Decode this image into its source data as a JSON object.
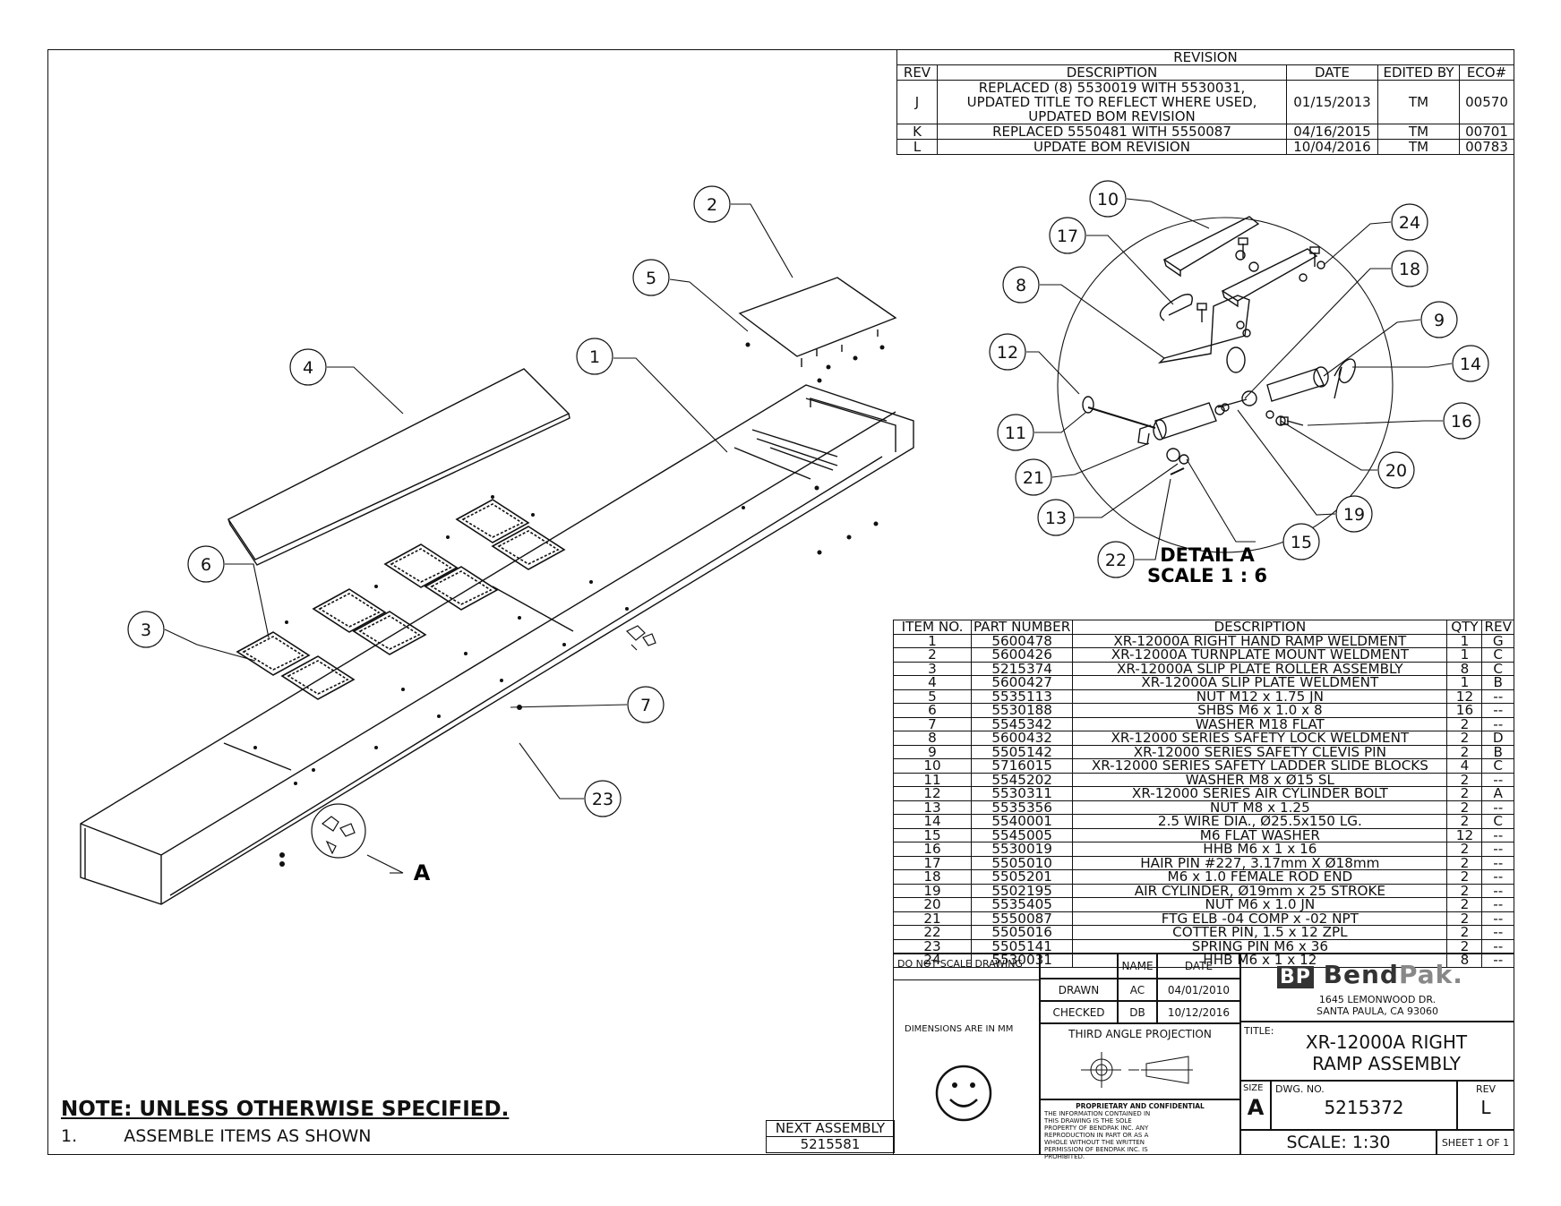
{
  "revision": {
    "title": "REVISION",
    "headers": [
      "REV",
      "DESCRIPTION",
      "DATE",
      "EDITED BY",
      "ECO#"
    ],
    "rows": [
      {
        "rev": "J",
        "description": [
          "REPLACED (8) 5530019 WITH 5530031,",
          "UPDATED TITLE TO REFLECT WHERE USED,",
          "UPDATED BOM REVISION"
        ],
        "date": "01/15/2013",
        "edited_by": "TM",
        "eco": "00570"
      },
      {
        "rev": "K",
        "description": [
          "REPLACED 5550481 WITH 5550087"
        ],
        "date": "04/16/2015",
        "edited_by": "TM",
        "eco": "00701"
      },
      {
        "rev": "L",
        "description": [
          "UPDATE BOM REVISION"
        ],
        "date": "10/04/2016",
        "edited_by": "TM",
        "eco": "00783"
      }
    ]
  },
  "detail": {
    "title": "DETAIL A",
    "scale": "SCALE 1 : 6",
    "callout_letter": "A"
  },
  "balloons_main": [
    "1",
    "2",
    "3",
    "4",
    "5",
    "6",
    "7",
    "23"
  ],
  "balloons_detail": [
    "8",
    "9",
    "10",
    "11",
    "12",
    "13",
    "14",
    "15",
    "16",
    "17",
    "18",
    "19",
    "20",
    "21",
    "22",
    "24"
  ],
  "bom": {
    "headers": [
      "ITEM NO.",
      "PART NUMBER",
      "DESCRIPTION",
      "QTY",
      "REV"
    ],
    "rows": [
      [
        "1",
        "5600478",
        "XR-12000A RIGHT HAND RAMP WELDMENT",
        "1",
        "G"
      ],
      [
        "2",
        "5600426",
        "XR-12000A TURNPLATE MOUNT WELDMENT",
        "1",
        "C"
      ],
      [
        "3",
        "5215374",
        "XR-12000A SLIP PLATE ROLLER ASSEMBLY",
        "8",
        "C"
      ],
      [
        "4",
        "5600427",
        "XR-12000A SLIP PLATE WELDMENT",
        "1",
        "B"
      ],
      [
        "5",
        "5535113",
        "NUT M12 x 1.75 JN",
        "12",
        "--"
      ],
      [
        "6",
        "5530188",
        "SHBS M6 x 1.0 x 8",
        "16",
        "--"
      ],
      [
        "7",
        "5545342",
        "WASHER M18 FLAT",
        "2",
        "--"
      ],
      [
        "8",
        "5600432",
        "XR-12000 SERIES SAFETY LOCK WELDMENT",
        "2",
        "D"
      ],
      [
        "9",
        "5505142",
        "XR-12000 SERIES SAFETY CLEVIS PIN",
        "2",
        "B"
      ],
      [
        "10",
        "5716015",
        "XR-12000 SERIES SAFETY LADDER SLIDE BLOCKS",
        "4",
        "C"
      ],
      [
        "11",
        "5545202",
        "WASHER M8 x Ø15 SL",
        "2",
        "--"
      ],
      [
        "12",
        "5530311",
        "XR-12000 SERIES AIR CYLINDER BOLT",
        "2",
        "A"
      ],
      [
        "13",
        "5535356",
        "NUT M8 x 1.25",
        "2",
        "--"
      ],
      [
        "14",
        "5540001",
        "2.5 WIRE DIA., Ø25.5x150 LG.",
        "2",
        "C"
      ],
      [
        "15",
        "5545005",
        "M6 FLAT WASHER",
        "12",
        "--"
      ],
      [
        "16",
        "5530019",
        "HHB M6 x 1 x 16",
        "2",
        "--"
      ],
      [
        "17",
        "5505010",
        "HAIR PIN #227, 3.17mm X Ø18mm",
        "2",
        "--"
      ],
      [
        "18",
        "5505201",
        "M6 x 1.0 FEMALE ROD END",
        "2",
        "--"
      ],
      [
        "19",
        "5502195",
        "AIR CYLINDER, Ø19mm x 25 STROKE",
        "2",
        "--"
      ],
      [
        "20",
        "5535405",
        "NUT M6 x 1.0 JN",
        "2",
        "--"
      ],
      [
        "21",
        "5550087",
        "FTG ELB -04 COMP x -02 NPT",
        "2",
        "--"
      ],
      [
        "22",
        "5505016",
        "COTTER PIN, 1.5 x 12 ZPL",
        "2",
        "--"
      ],
      [
        "23",
        "5505141",
        "SPRING PIN M6 x 36",
        "2",
        "--"
      ],
      [
        "24",
        "5530031",
        "HHB M6 x 1 x 12",
        "8",
        "--"
      ]
    ]
  },
  "title_block": {
    "do_not_scale": "DO NOT SCALE DRAWING",
    "dimensions_note": "DIMENSIONS ARE IN MM",
    "name_header": "NAME",
    "date_header": "DATE",
    "drawn_label": "DRAWN",
    "drawn_name": "AC",
    "drawn_date": "04/01/2010",
    "checked_label": "CHECKED",
    "checked_name": "DB",
    "checked_date": "10/12/2016",
    "projection": "THIRD ANGLE PROJECTION",
    "proprietary_title": "PROPRIETARY AND CONFIDENTIAL",
    "proprietary_text": "THE INFORMATION CONTAINED IN THIS DRAWING IS THE SOLE PROPERTY OF BENDPAK INC. ANY REPRODUCTION IN PART OR AS A WHOLE WITHOUT THE WRITTEN PERMISSION OF BENDPAK INC. IS PROHIBITED.",
    "logo_mark": "BP",
    "logo_text_1": "Bend",
    "logo_text_2": "Pak.",
    "address_1": "1645 LEMONWOOD DR.",
    "address_2": "SANTA PAULA, CA 93060",
    "title_label": "TITLE:",
    "title_1": "XR-12000A RIGHT",
    "title_2": "RAMP ASSEMBLY",
    "size_label": "SIZE",
    "size": "A",
    "dwg_label": "DWG. NO.",
    "dwg_no": "5215372",
    "rev_label": "REV",
    "rev": "L",
    "scale": "SCALE: 1:30",
    "sheet": "SHEET 1 OF 1"
  },
  "note": {
    "title": "NOTE: UNLESS OTHERWISE SPECIFIED",
    "item_number": "1.",
    "item_text": "ASSEMBLE ITEMS AS SHOWN"
  },
  "next_assembly": {
    "label": "NEXT ASSEMBLY",
    "value": "5215581"
  }
}
